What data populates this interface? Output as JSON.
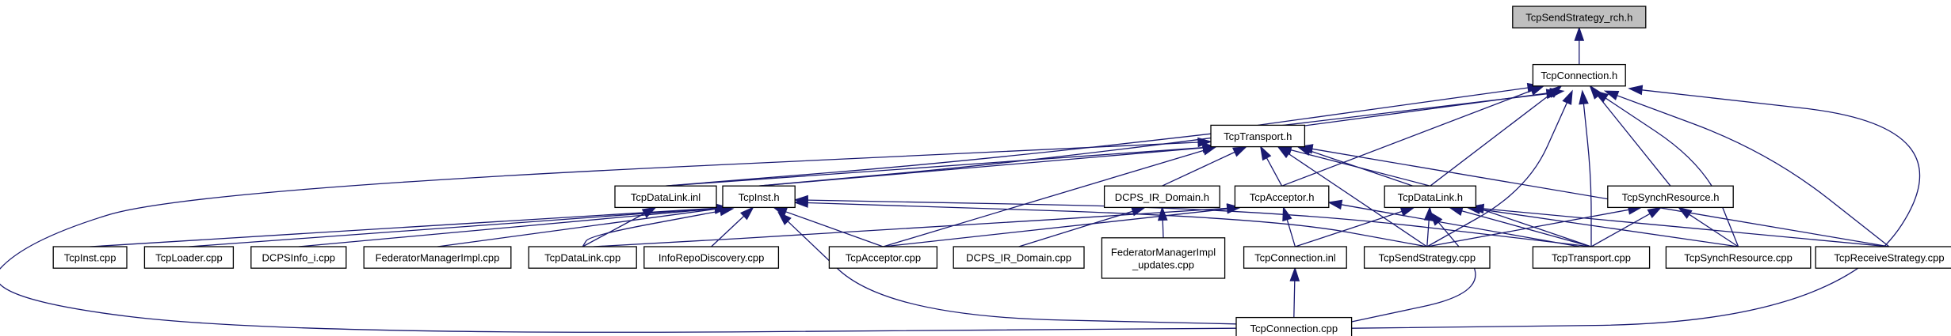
{
  "graph": {
    "type": "include-dependency-graph",
    "node_fill": "#ffffff",
    "root_fill": "#bfbfbf",
    "edge_color": "#191970",
    "nodes": [
      {
        "id": "root",
        "lines": [
          "TcpSendStrategy_rch.h"
        ],
        "root": true
      },
      {
        "id": "conn_h",
        "lines": [
          "TcpConnection.h"
        ]
      },
      {
        "id": "transport_h",
        "lines": [
          "TcpTransport.h"
        ]
      },
      {
        "id": "datalink_inl",
        "lines": [
          "TcpDataLink.inl"
        ]
      },
      {
        "id": "inst_h",
        "lines": [
          "TcpInst.h"
        ]
      },
      {
        "id": "dcps_ir_h",
        "lines": [
          "DCPS_IR_Domain.h"
        ]
      },
      {
        "id": "acceptor_h",
        "lines": [
          "TcpAcceptor.h"
        ]
      },
      {
        "id": "datalink_h",
        "lines": [
          "TcpDataLink.h"
        ]
      },
      {
        "id": "synch_h",
        "lines": [
          "TcpSynchResource.h"
        ]
      },
      {
        "id": "inst_cpp",
        "lines": [
          "TcpInst.cpp"
        ]
      },
      {
        "id": "loader_cpp",
        "lines": [
          "TcpLoader.cpp"
        ]
      },
      {
        "id": "dcpsinfo_cpp",
        "lines": [
          "DCPSInfo_i.cpp"
        ]
      },
      {
        "id": "fedmgr_cpp",
        "lines": [
          "FederatorManagerImpl.cpp"
        ]
      },
      {
        "id": "datalink_cpp",
        "lines": [
          "TcpDataLink.cpp"
        ]
      },
      {
        "id": "inforepo_cpp",
        "lines": [
          "InfoRepoDiscovery.cpp"
        ]
      },
      {
        "id": "acceptor_cpp",
        "lines": [
          "TcpAcceptor.cpp"
        ]
      },
      {
        "id": "dcps_ir_cpp",
        "lines": [
          "DCPS_IR_Domain.cpp"
        ]
      },
      {
        "id": "fedmgr_upd_cpp",
        "lines": [
          "FederatorManagerImpl",
          "_updates.cpp"
        ]
      },
      {
        "id": "conn_inl",
        "lines": [
          "TcpConnection.inl"
        ]
      },
      {
        "id": "sendstrat_cpp",
        "lines": [
          "TcpSendStrategy.cpp"
        ]
      },
      {
        "id": "transport_cpp",
        "lines": [
          "TcpTransport.cpp"
        ]
      },
      {
        "id": "synch_cpp",
        "lines": [
          "TcpSynchResource.cpp"
        ]
      },
      {
        "id": "recvstrat_cpp",
        "lines": [
          "TcpReceiveStrategy.cpp"
        ]
      },
      {
        "id": "conn_cpp",
        "lines": [
          "TcpConnection.cpp"
        ]
      }
    ],
    "edges": [
      [
        "conn_h",
        "root"
      ],
      [
        "transport_h",
        "conn_h"
      ],
      [
        "datalink_inl",
        "conn_h"
      ],
      [
        "inst_h",
        "conn_h"
      ],
      [
        "acceptor_h",
        "conn_h"
      ],
      [
        "datalink_h",
        "conn_h"
      ],
      [
        "synch_h",
        "conn_h"
      ],
      [
        "sendstrat_cpp",
        "conn_h"
      ],
      [
        "transport_cpp",
        "conn_h"
      ],
      [
        "synch_cpp",
        "conn_h"
      ],
      [
        "recvstrat_cpp",
        "conn_h"
      ],
      [
        "conn_cpp",
        "conn_h"
      ],
      [
        "datalink_inl",
        "transport_h"
      ],
      [
        "inst_h",
        "transport_h"
      ],
      [
        "dcps_ir_h",
        "transport_h"
      ],
      [
        "acceptor_h",
        "transport_h"
      ],
      [
        "datalink_h",
        "transport_h"
      ],
      [
        "conn_cpp",
        "transport_h"
      ],
      [
        "acceptor_cpp",
        "transport_h"
      ],
      [
        "sendstrat_cpp",
        "transport_h"
      ],
      [
        "transport_cpp",
        "transport_h"
      ],
      [
        "recvstrat_cpp",
        "transport_h"
      ],
      [
        "datalink_cpp",
        "datalink_inl"
      ],
      [
        "inst_cpp",
        "inst_h"
      ],
      [
        "loader_cpp",
        "inst_h"
      ],
      [
        "dcpsinfo_cpp",
        "inst_h"
      ],
      [
        "fedmgr_cpp",
        "inst_h"
      ],
      [
        "datalink_cpp",
        "inst_h"
      ],
      [
        "inforepo_cpp",
        "inst_h"
      ],
      [
        "acceptor_cpp",
        "inst_h"
      ],
      [
        "conn_cpp",
        "inst_h"
      ],
      [
        "transport_cpp",
        "inst_h"
      ],
      [
        "sendstrat_cpp",
        "inst_h"
      ],
      [
        "dcps_ir_cpp",
        "dcps_ir_h"
      ],
      [
        "fedmgr_upd_cpp",
        "dcps_ir_h"
      ],
      [
        "datalink_cpp",
        "acceptor_h"
      ],
      [
        "acceptor_cpp",
        "acceptor_h"
      ],
      [
        "conn_inl",
        "acceptor_h"
      ],
      [
        "transport_cpp",
        "acceptor_h"
      ],
      [
        "conn_inl",
        "datalink_h"
      ],
      [
        "sendstrat_cpp",
        "datalink_h"
      ],
      [
        "transport_cpp",
        "datalink_h"
      ],
      [
        "synch_cpp",
        "datalink_h"
      ],
      [
        "recvstrat_cpp",
        "datalink_h"
      ],
      [
        "conn_cpp",
        "datalink_h"
      ],
      [
        "sendstrat_cpp",
        "synch_h"
      ],
      [
        "transport_cpp",
        "synch_h"
      ],
      [
        "synch_cpp",
        "synch_h"
      ],
      [
        "conn_cpp",
        "conn_inl"
      ]
    ]
  }
}
